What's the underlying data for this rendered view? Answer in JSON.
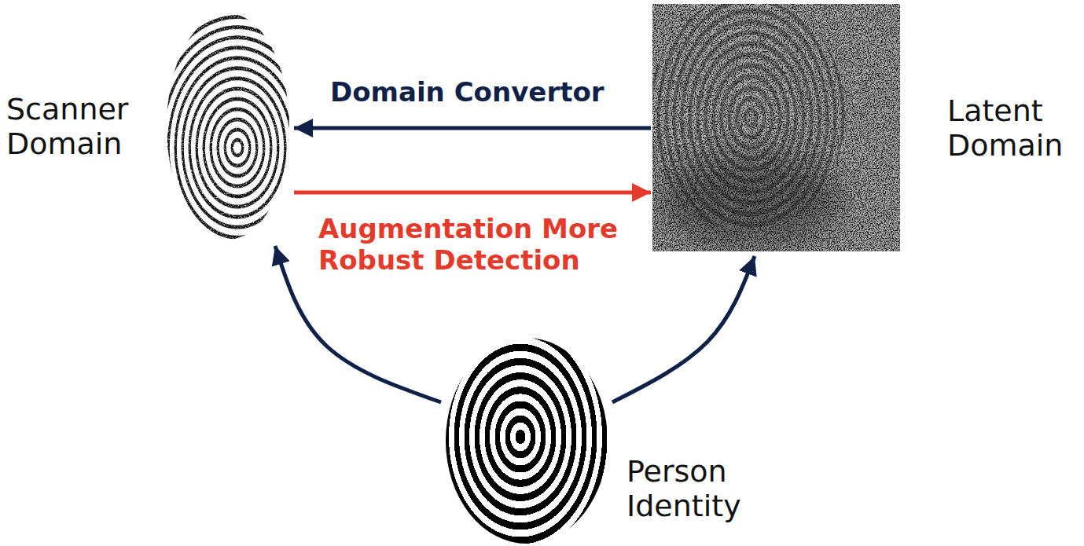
{
  "diagram": {
    "nodes": [
      {
        "text": [
          "Scanner Domain"
        ]
      },
      {
        "text": [
          "Latent Domain"
        ]
      },
      {
        "text": [
          "Person Identity"
        ]
      }
    ],
    "edges": [
      {
        "from": 1,
        "to": 0,
        "arrow": "to",
        "label": "Domain Convertor"
      },
      {
        "from": 0,
        "to": 1,
        "arrow": "to",
        "label": "Augmentation More Robust Detection"
      },
      {
        "from": 2,
        "to": 0,
        "arrow": "to"
      },
      {
        "from": 2,
        "to": 1,
        "arrow": "to"
      }
    ]
  }
}
